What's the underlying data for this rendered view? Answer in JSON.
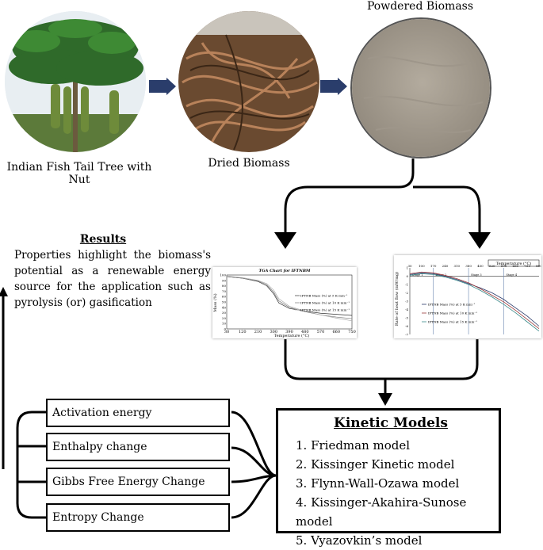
{
  "stages": {
    "tree_caption": "Indian Fish Tail Tree with Nut",
    "dried_caption": "Dried Biomass",
    "powder_caption": "Powdered Biomass"
  },
  "results": {
    "title": "Results",
    "text": "Properties highlight the biomass's potential as a renewable energy source for the application such as pyrolysis (or) gasification"
  },
  "tga_chart": {
    "title": "TGA Chart for IFTNBM",
    "ylabel": "Mass (%)",
    "xlabel": "Temperature (°C)",
    "legend": [
      "IFTNB Mass (%) at 5 K min⁻¹",
      "IFTNB Mass (%) at 10 K min⁻¹",
      "IFTNB Mass (%) at 15 K min⁻¹"
    ],
    "xticks": [
      "30",
      "120",
      "210",
      "300",
      "390",
      "480",
      "570",
      "660",
      "750"
    ],
    "yticks": [
      "100",
      "90",
      "80",
      "70",
      "60",
      "50",
      "40",
      "30",
      "20",
      "10",
      "0"
    ]
  },
  "dsc_chart": {
    "title": "Temperature (°C)",
    "ylabel": "Rate of heat flow (mW/mg)",
    "xticks": [
      "30",
      "100",
      "170",
      "240",
      "310",
      "380",
      "450",
      "520",
      "590",
      "660",
      "730",
      "800"
    ],
    "yticks": [
      "1",
      "0",
      "-1",
      "-2",
      "-3",
      "-4",
      "-5",
      "-6",
      "-7"
    ],
    "stages": [
      "Stage 1",
      "Stage 2",
      "Stage 3",
      "Stage 4"
    ],
    "legend": [
      "IFTNB Mass (%) at 5 K min⁻¹",
      "IFTNB Mass (%) at 10 K min⁻¹",
      "IFTNB Mass (%) at 15 K min⁻¹"
    ]
  },
  "chart_data": [
    {
      "type": "line",
      "title": "TGA Chart for IFTNBM",
      "xlabel": "Temperature (°C)",
      "ylabel": "Mass (%)",
      "xlim": [
        30,
        750
      ],
      "ylim": [
        0,
        100
      ],
      "x": [
        30,
        120,
        210,
        260,
        300,
        330,
        390,
        480,
        570,
        660,
        750
      ],
      "series": [
        {
          "name": "IFTNB Mass (%) at 5 K min⁻¹",
          "values": [
            97,
            94,
            88,
            80,
            65,
            48,
            38,
            33,
            29,
            27,
            25
          ]
        },
        {
          "name": "IFTNB Mass (%) at 10 K min⁻¹",
          "values": [
            97,
            94,
            89,
            82,
            68,
            52,
            40,
            32,
            26,
            22,
            19
          ]
        },
        {
          "name": "IFTNB Mass (%) at 15 K min⁻¹",
          "values": [
            98,
            95,
            90,
            84,
            72,
            56,
            42,
            33,
            26,
            20,
            15
          ]
        }
      ]
    },
    {
      "type": "line",
      "title": "Temperature (°C)",
      "xlabel": "Temperature (°C)",
      "ylabel": "Rate of heat flow (mW/mg)",
      "xlim": [
        30,
        800
      ],
      "ylim": [
        -7,
        1
      ],
      "x": [
        30,
        100,
        170,
        240,
        310,
        380,
        450,
        520,
        590,
        660,
        730,
        800
      ],
      "series": [
        {
          "name": "IFTNB Mass (%) at 5 K min⁻¹",
          "values": [
            0.2,
            0.4,
            0.3,
            0.0,
            -0.4,
            -0.9,
            -1.4,
            -2.0,
            -2.8,
            -3.8,
            -4.8,
            -6.0
          ]
        },
        {
          "name": "IFTNB Mass (%) at 10 K min⁻¹",
          "values": [
            0.3,
            0.5,
            0.4,
            0.1,
            -0.3,
            -0.8,
            -1.5,
            -2.3,
            -3.1,
            -4.1,
            -5.2,
            -6.3
          ]
        },
        {
          "name": "IFTNB Mass (%) at 15 K min⁻¹",
          "values": [
            0.1,
            0.3,
            0.2,
            -0.1,
            -0.5,
            -1.0,
            -1.7,
            -2.5,
            -3.4,
            -4.4,
            -5.5,
            -6.6
          ]
        }
      ],
      "stage_boundaries": [
        170,
        380,
        590
      ],
      "colors": [
        "#2a3a6a",
        "#9a3b3b",
        "#3a8a8a"
      ]
    }
  ],
  "properties": [
    "Activation energy",
    "Enthalpy change",
    "Gibbs Free Energy Change",
    "Entropy Change"
  ],
  "kinetic_models": {
    "title": "Kinetic Models",
    "items": [
      "1. Friedman model",
      "2. Kissinger Kinetic model",
      "3. Flynn-Wall-Ozawa  model",
      "4. Kissinger-Akahira-Sunose model",
      "5. Vyazovkin’s model"
    ]
  }
}
